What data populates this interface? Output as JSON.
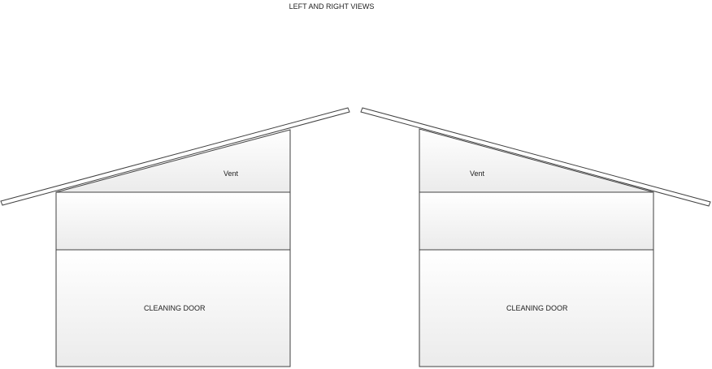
{
  "title": "LEFT AND RIGHT VIEWS",
  "left_view": {
    "vent_label": "Vent",
    "door_label": "CLEANING DOOR"
  },
  "right_view": {
    "vent_label": "Vent",
    "door_label": "CLEANING DOOR"
  },
  "colors": {
    "stroke": "#404040",
    "fill_top": "#ffffff",
    "fill_bottom": "#ebebeb"
  }
}
